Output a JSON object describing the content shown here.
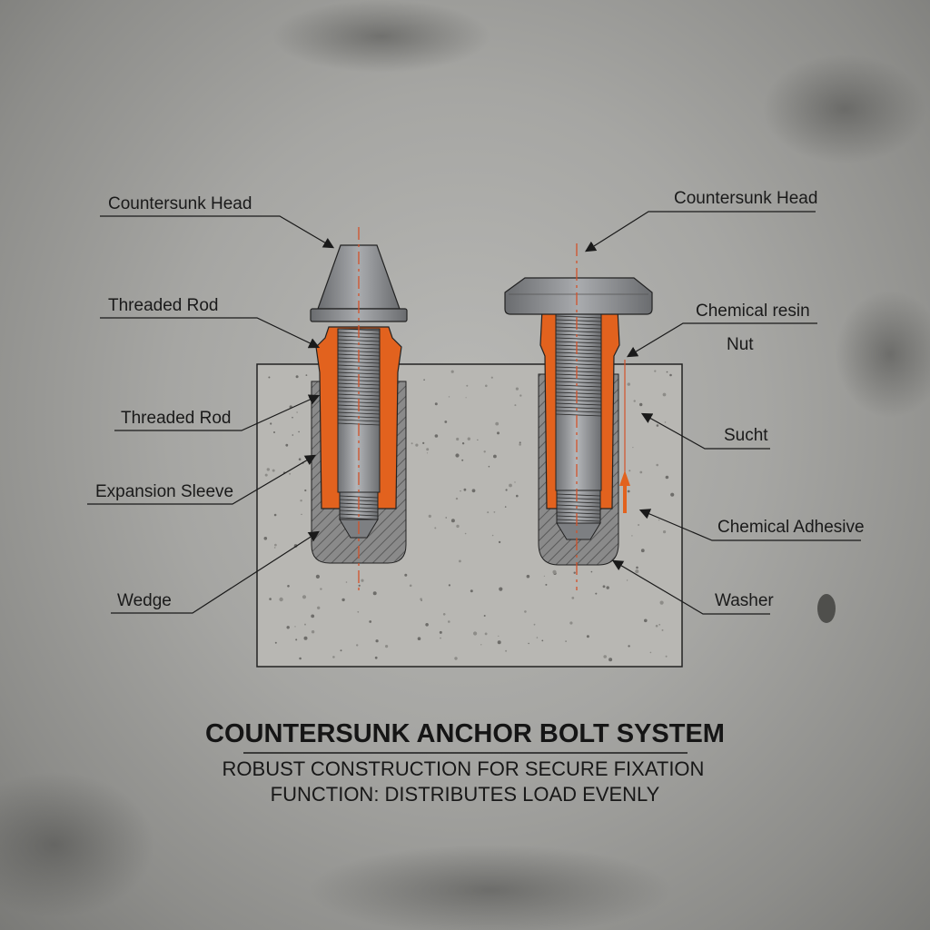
{
  "colors": {
    "background": "#a8a8a5",
    "concrete": "#b7b6b2",
    "steel": "#8f9194",
    "orange_part": "#e2621e",
    "hatch": "#7a7a7a",
    "centerline": "#d2522a",
    "ink": "#1a1a1a"
  },
  "left_anchor": {
    "labels": {
      "countersunk_head": "Countersunk Head",
      "threaded_rod_top": "Threaded Rod",
      "threaded_rod": "Threaded Rod",
      "expansion_sleeve": "Expansion Sleeve",
      "wedge": "Wedge"
    }
  },
  "right_anchor": {
    "labels": {
      "countersunk_head": "Countersunk Head",
      "chemical_resin": "Chemical resin",
      "nut": "Nut",
      "sucht": "Sucht",
      "chemical_adhesive": "Chemical Adhesive",
      "washer": "Washer"
    }
  },
  "footer": {
    "title": "COUNTERSUNK ANCHOR BOLT SYSTEM",
    "line1": "ROBUST CONSTRUCTION FOR SECURE FIXATION",
    "line2": "FUNCTION: DISTRIBUTES LOAD EVENLY"
  }
}
